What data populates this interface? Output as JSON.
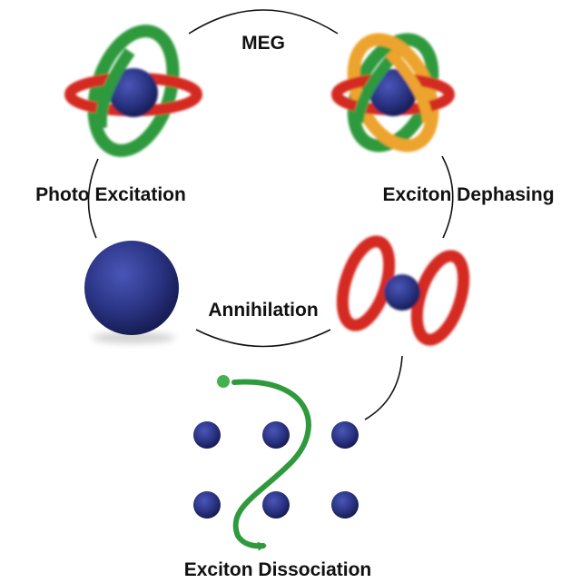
{
  "labels": {
    "meg": "MEG",
    "photo_excitation": "Photo Excitation",
    "exciton_dephasing": "Exciton Dephasing",
    "annihilation": "Annihilation",
    "exciton_dissociation": "Exciton Dissociation"
  },
  "colors": {
    "sphere": "#2b3585",
    "ring_red": "#d42a24",
    "ring_green": "#2f9a3c",
    "ring_orange": "#eda42d",
    "arrow_green": "#2f9a3c",
    "arc": "#111111"
  }
}
